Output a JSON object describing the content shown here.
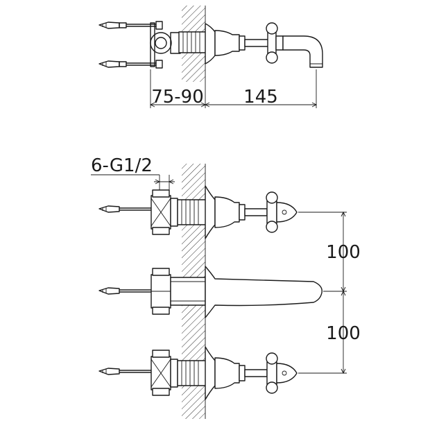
{
  "dimensions": {
    "wall_depth": "75-90",
    "spout_reach": "145",
    "thread_spec": "6-G1/2",
    "upper_spacing": "100",
    "lower_spacing": "100"
  }
}
